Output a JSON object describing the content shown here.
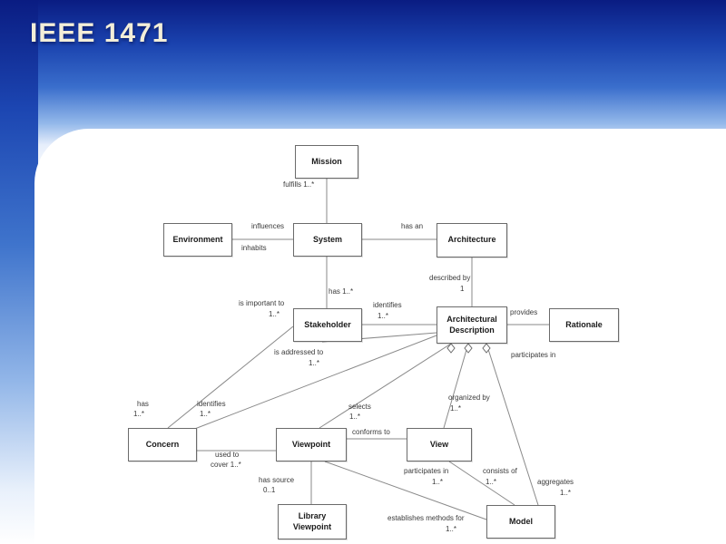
{
  "slide": {
    "title": "IEEE 1471"
  },
  "diagram": {
    "nodes": [
      {
        "id": "mission",
        "label": "Mission"
      },
      {
        "id": "environment",
        "label": "Environment"
      },
      {
        "id": "system",
        "label": "System"
      },
      {
        "id": "architecture",
        "label": "Architecture"
      },
      {
        "id": "stakeholder",
        "label": "Stakeholder"
      },
      {
        "id": "architectural-description",
        "label": "Architectural\nDescription"
      },
      {
        "id": "rationale",
        "label": "Rationale"
      },
      {
        "id": "concern",
        "label": "Concern"
      },
      {
        "id": "viewpoint",
        "label": "Viewpoint"
      },
      {
        "id": "view",
        "label": "View"
      },
      {
        "id": "library-viewpoint",
        "label": "Library\nViewpoint"
      },
      {
        "id": "model",
        "label": "Model"
      }
    ],
    "edge_labels": [
      "fulfills 1..*",
      "influences",
      "inhabits",
      "has an",
      "has 1..*",
      "described by",
      "1",
      "is important to",
      "1..*",
      "identifies",
      "1..*",
      "provides",
      "participates in",
      "is addressed to",
      "1..*",
      "has",
      "1..*",
      "identifies",
      "1..*",
      "selects",
      "1..*",
      "organized by",
      "1..*",
      "conforms to",
      "used to",
      "cover 1..*",
      "has source",
      "0..1",
      "participates in",
      "1..*",
      "consists of",
      "1..*",
      "aggregates",
      "1..*",
      "establishes methods for",
      "1..*"
    ]
  }
}
